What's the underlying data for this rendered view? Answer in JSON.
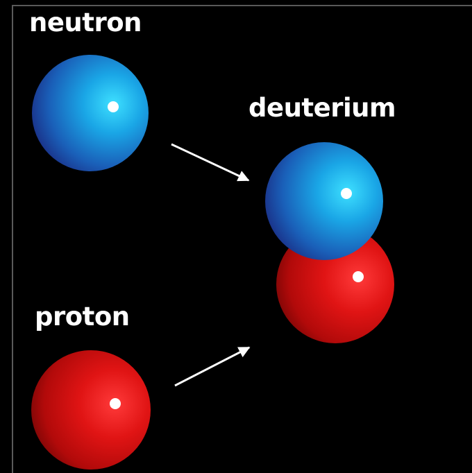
{
  "labels": {
    "neutron": "neutron",
    "deuterium": "deuterium",
    "proton": "proton"
  },
  "colors": {
    "background": "#000000",
    "neutron": "#1f8fd6",
    "proton": "#d21414",
    "label_text": "#ffffff",
    "arrow": "#ffffff"
  }
}
